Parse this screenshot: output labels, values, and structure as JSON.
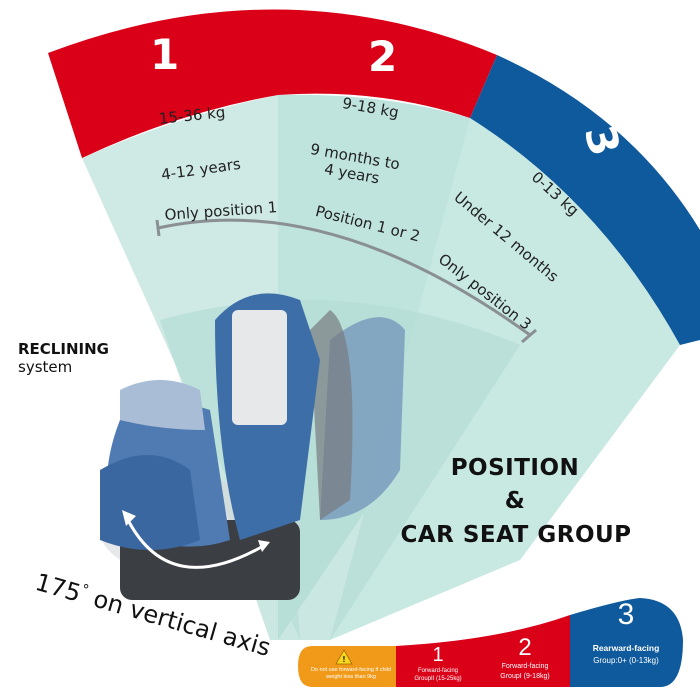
{
  "fan": {
    "groups": [
      {
        "number": "1",
        "weight": "15-36 kg",
        "age": "4-12 years",
        "position": "Only position 1",
        "color": "#d90018"
      },
      {
        "number": "2",
        "weight": "9-18 kg",
        "age_line1": "9 months to",
        "age_line2": "4 years",
        "position": "Position 1 or 2",
        "color": "#d90018"
      },
      {
        "number": "3",
        "weight": "0-13 kg",
        "age": "Under 12 months",
        "position": "Only position 3",
        "color": "#0f5a9c"
      }
    ]
  },
  "reclining": {
    "title": "RECLINING",
    "subtitle": "system"
  },
  "angle": {
    "value": "175",
    "unit": "°",
    "text": "on vertical axis"
  },
  "heading": {
    "line1": "POSITION",
    "line2": "&",
    "line3": "CAR SEAT GROUP"
  },
  "legend": {
    "warning": {
      "icon": "warning-icon",
      "text": "Do not use forward-facing if child weight less than 9kg",
      "color": "#f19a1a"
    },
    "items": [
      {
        "number": "1",
        "line1": "Forward-facing",
        "line2": "GroupII (15-25kg)",
        "color": "#d90018"
      },
      {
        "number": "2",
        "line1": "Forward-facing",
        "line2": "GroupI (9-18kg)",
        "color": "#d90018"
      },
      {
        "number": "3",
        "line1": "Rearward-facing",
        "line2": "Group:0+ (0-13kg)",
        "color": "#0f5a9c"
      }
    ]
  }
}
